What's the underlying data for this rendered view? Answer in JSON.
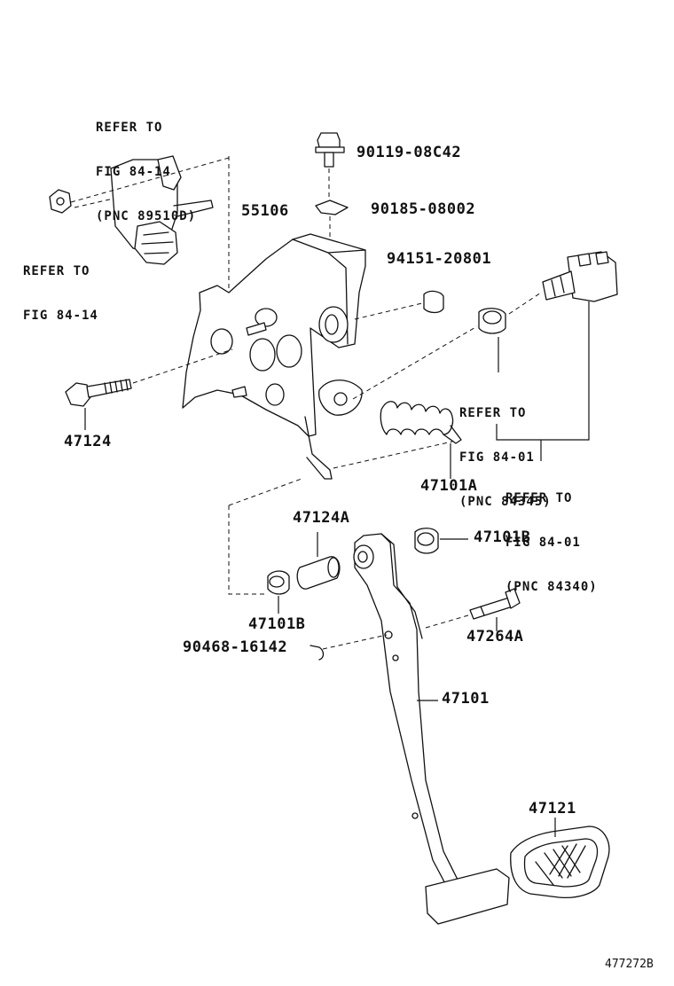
{
  "parts": {
    "p55106": "55106",
    "p90119": "90119-08C42",
    "p90185": "90185-08002",
    "p94151": "94151-20801",
    "p47124": "47124",
    "p47101A": "47101A",
    "p47124A": "47124A",
    "p47101B_top": "47101B",
    "p47101B_left": "47101B",
    "p47264A": "47264A",
    "p90468": "90468-16142",
    "p47101": "47101",
    "p47121": "47121"
  },
  "refs": {
    "r1": [
      "REFER TO",
      "FIG 84-14",
      "(PNC 89510D)"
    ],
    "r2": [
      "REFER TO",
      "FIG 84-14"
    ],
    "r3": [
      "REFER TO",
      "FIG 84-01",
      "(PNC 84345)"
    ],
    "r4": [
      "REFER TO",
      "FIG 84-01",
      "(PNC 84340)"
    ]
  },
  "figure_id": "477272B"
}
